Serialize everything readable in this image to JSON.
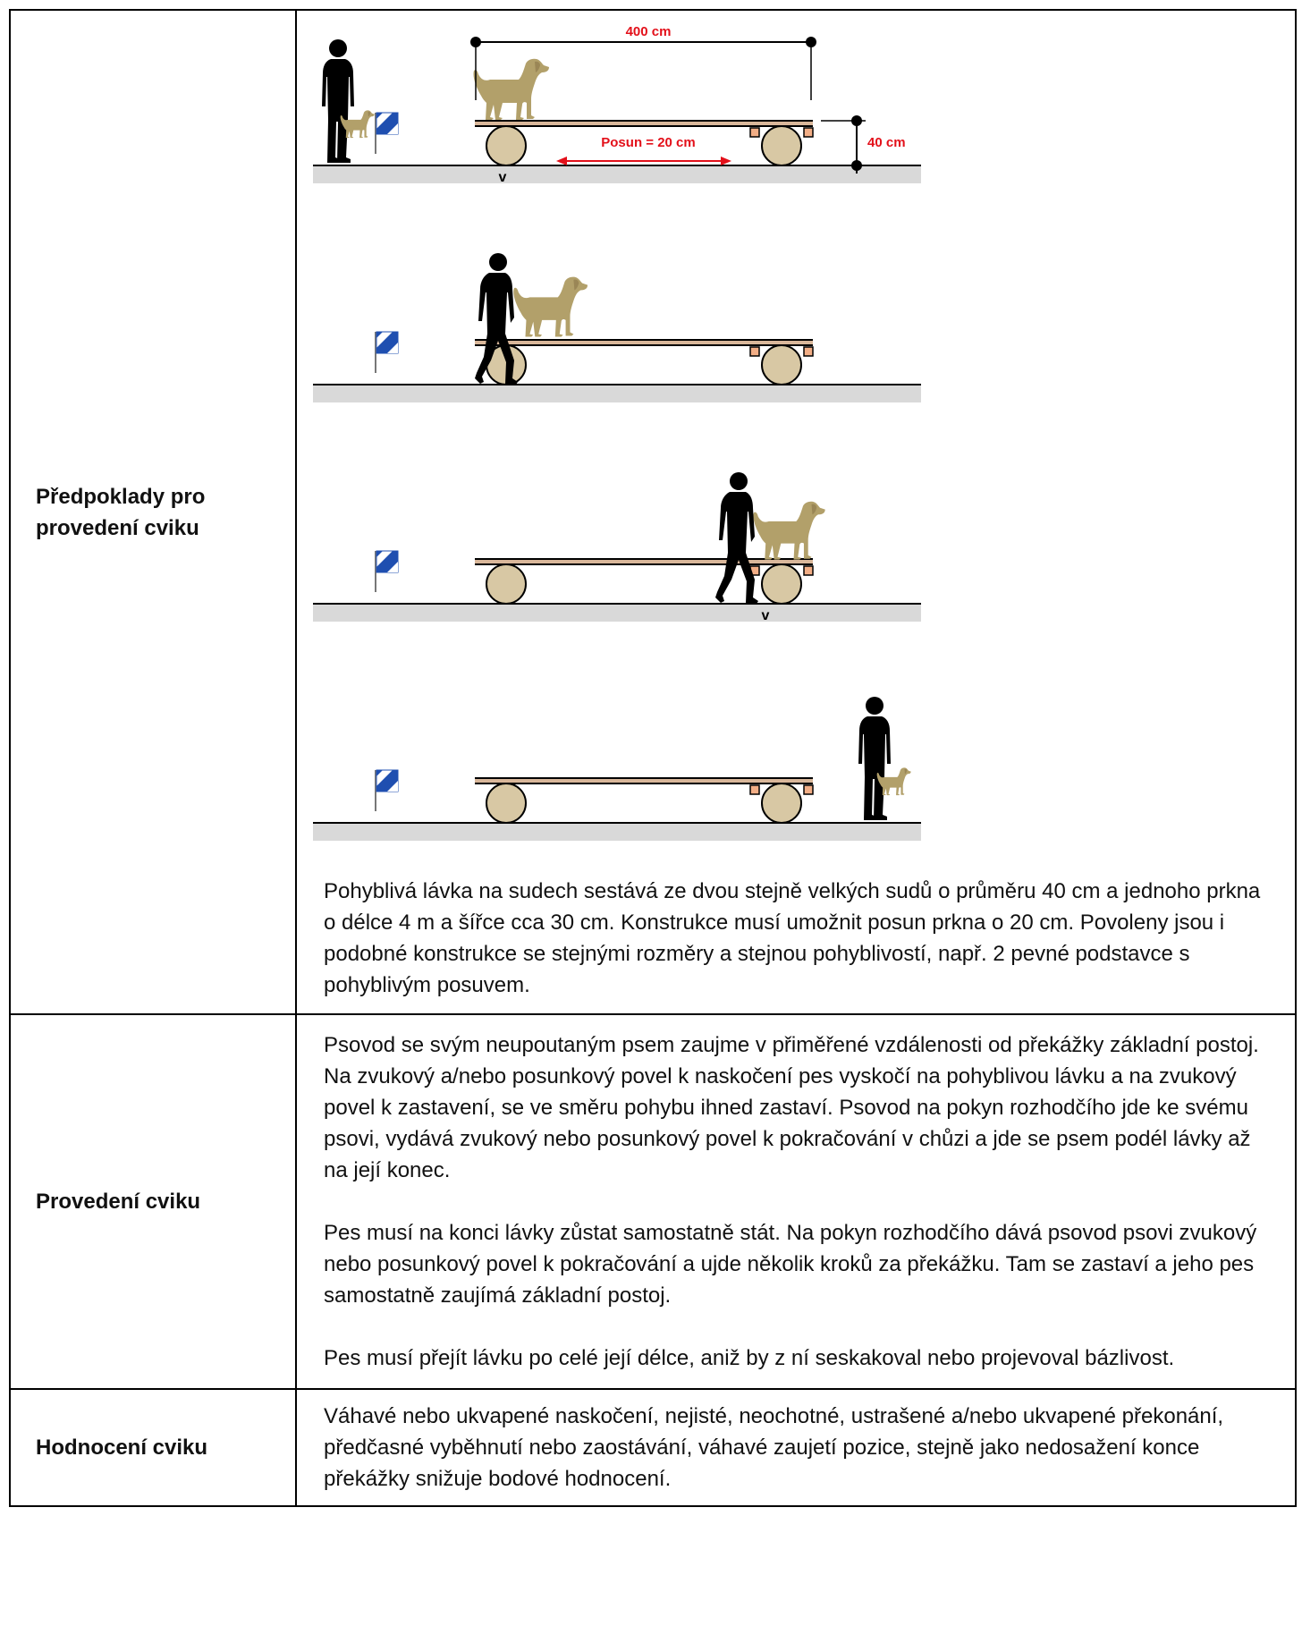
{
  "rows": {
    "predpoklady": {
      "label": "Předpoklady pro provedení cviku",
      "diagram": {
        "dimension_length": "400 cm",
        "dimension_height": "40 cm",
        "shift_label": "Posun = 20 cm",
        "marker_v1": "v",
        "marker_v2": "v"
      },
      "text": "Pohyblivá lávka na sudech sestává ze dvou stejně velkých sudů o průměru 40 cm a jednoho prkna o délce 4 m a šířce cca 30 cm. Konstrukce musí umožnit posun prkna o 20 cm. Povoleny jsou i podobné konstrukce se stejnými rozměry a stejnou pohyblivostí, např. 2 pevné podstavce s pohyblivým posuvem."
    },
    "provedeni": {
      "label": "Provedení cviku",
      "paragraphs": [
        "Psovod se svým neupoutaným psem zaujme v přiměřené vzdálenosti od překážky základní postoj. Na zvukový a/nebo posunkový povel k naskočení pes vyskočí na pohyblivou lávku a na zvukový povel k zastavení, se ve směru pohybu ihned zastaví. Psovod na pokyn rozhodčího jde ke svému psovi, vydává zvukový nebo posunkový povel k pokračování v chůzi a jde se psem podél lávky až na její konec.",
        "Pes musí na konci lávky zůstat samostatně stát. Na pokyn rozhodčího dává psovod psovi zvukový nebo posunkový povel k pokračování a ujde několik kroků za překážku. Tam se zastaví a jeho pes samostatně zaujímá základní postoj.",
        "Pes musí přejít lávku po celé její délce, aniž by z ní seskakoval nebo projevoval bázlivost."
      ]
    },
    "hodnoceni": {
      "label": "Hodnocení cviku",
      "text": "Váhavé nebo ukvapené naskočení, nejisté, neochotné, ustrašené a/nebo ukvapené překonání, předčasné vyběhnutí nebo zaostávání, váhavé zaujetí pozice, stejně jako nedosažení konce překážky snižuje bodové hodnocení."
    }
  },
  "colors": {
    "dimension_red": "#e3101a",
    "barrel": "#d8c8a4",
    "plank": "#d9b79a",
    "block": "#f2ae86",
    "dog": "#b2a06a",
    "ground": "#d9d9d9",
    "flag_blue": "#1f4fb0"
  }
}
